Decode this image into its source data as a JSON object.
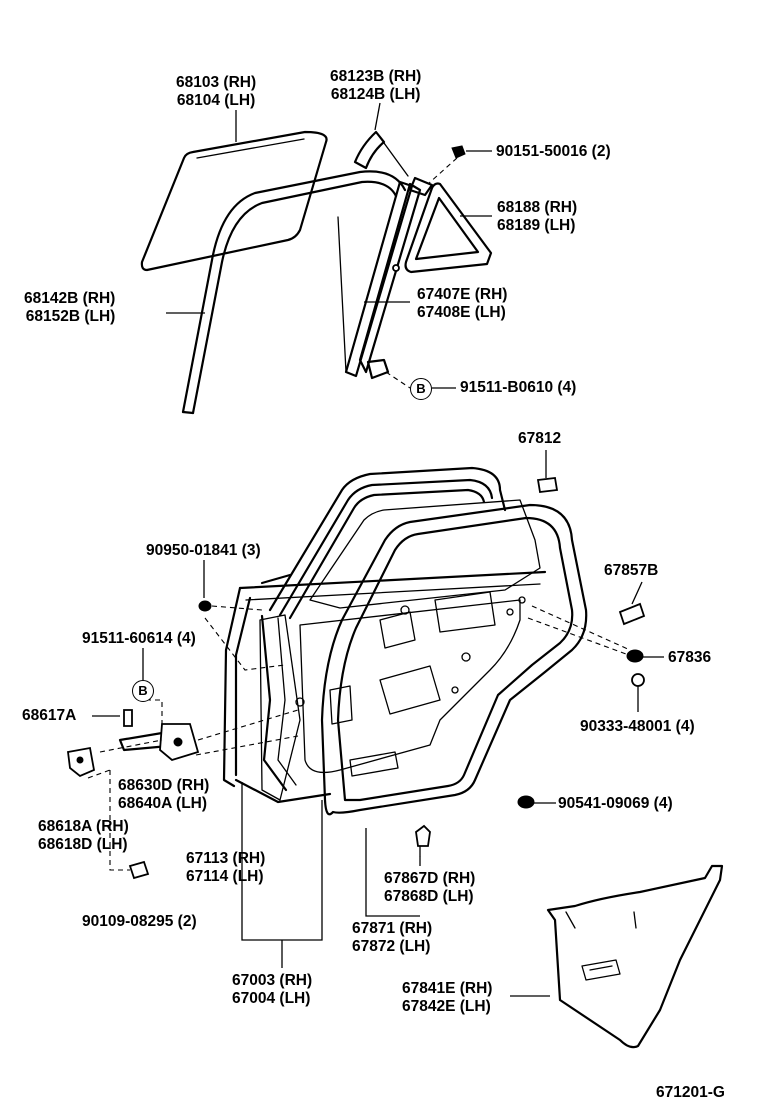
{
  "diagram_id": "671201-G",
  "upper": {
    "glass": [
      "68103 (RH)",
      "68104 (LH)"
    ],
    "run_channel_upper": [
      "68123B (RH)",
      "68124B (LH)"
    ],
    "screw_top": "90151-50016 (2)",
    "quarter_glass": [
      "68188 (RH)",
      "68189 (LH)"
    ],
    "run_channel": [
      "68142B (RH)",
      "68152B (LH)"
    ],
    "division_bar": [
      "67407E (RH)",
      "67408E (LH)"
    ],
    "bolt_b": "91511-B0610 (4)"
  },
  "callout_b": "B",
  "lower": {
    "stopper": "67812",
    "plug_upper": "90950-01841 (3)",
    "cushion": "67857B",
    "bolt_b_lower": "91511-60614 (4)",
    "grommet": "67836",
    "pin": "68617A",
    "plug_small": "90333-48001 (4)",
    "check_assy": [
      "68630D (RH)",
      "68640A (LH)"
    ],
    "hinge": [
      "68618A (RH)",
      "68618D (LH)"
    ],
    "plug_lower": "90541-09069 (4)",
    "panel_sub": [
      "67113 (RH)",
      "67114 (LH)"
    ],
    "clip": [
      "67867D (RH)",
      "67868D (LH)"
    ],
    "bolt_lower": "90109-08295 (2)",
    "weatherstrip": [
      "67871 (RH)",
      "67872 (LH)"
    ],
    "door_panel": [
      "67003 (RH)",
      "67004 (LH)"
    ],
    "trim_board": [
      "67841E (RH)",
      "67842E (LH)"
    ]
  }
}
